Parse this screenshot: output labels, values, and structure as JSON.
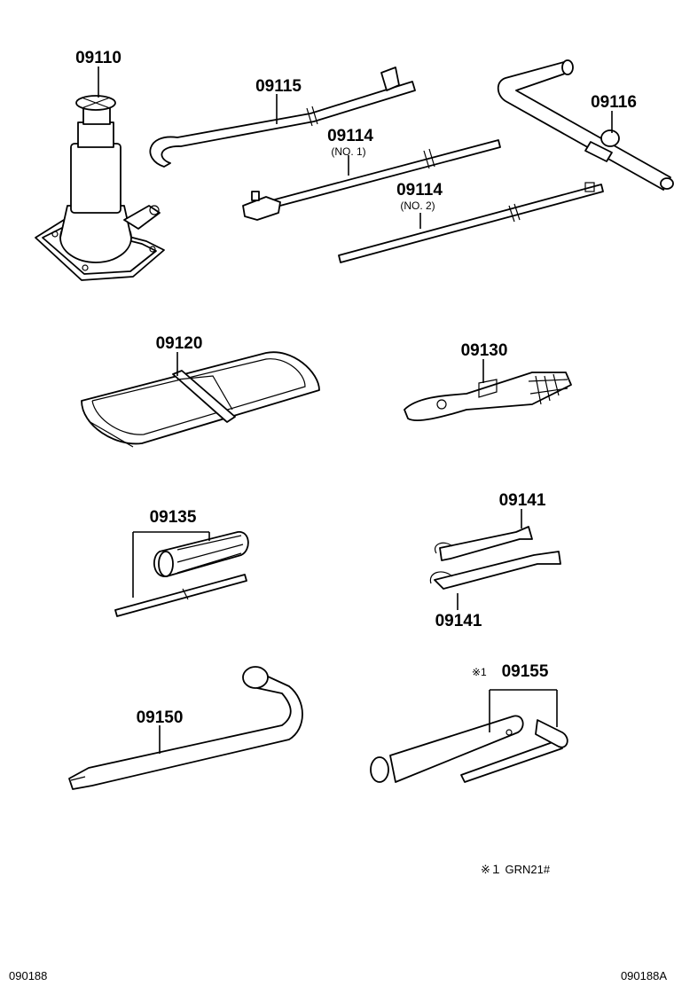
{
  "parts": {
    "jack": "09110",
    "jack_handle": "09115",
    "jack_handle_ext_no1": "09114",
    "jack_handle_ext_no1_sub": "(NO. 1)",
    "jack_handle_ext_no2": "09114",
    "jack_handle_ext_no2_sub": "(NO. 2)",
    "handle_crank": "09116",
    "tool_bag": "09120",
    "pliers": "09130",
    "screwdriver": "09135",
    "wrench_top": "09141",
    "wrench_bottom": "09141",
    "wheel_nut_wrench": "09150",
    "socket_wrench_mark": "※1",
    "socket_wrench": "09155"
  },
  "footnote": "※１ GRN21#",
  "footer": {
    "left_code": "090188",
    "right_code": "090188A"
  }
}
